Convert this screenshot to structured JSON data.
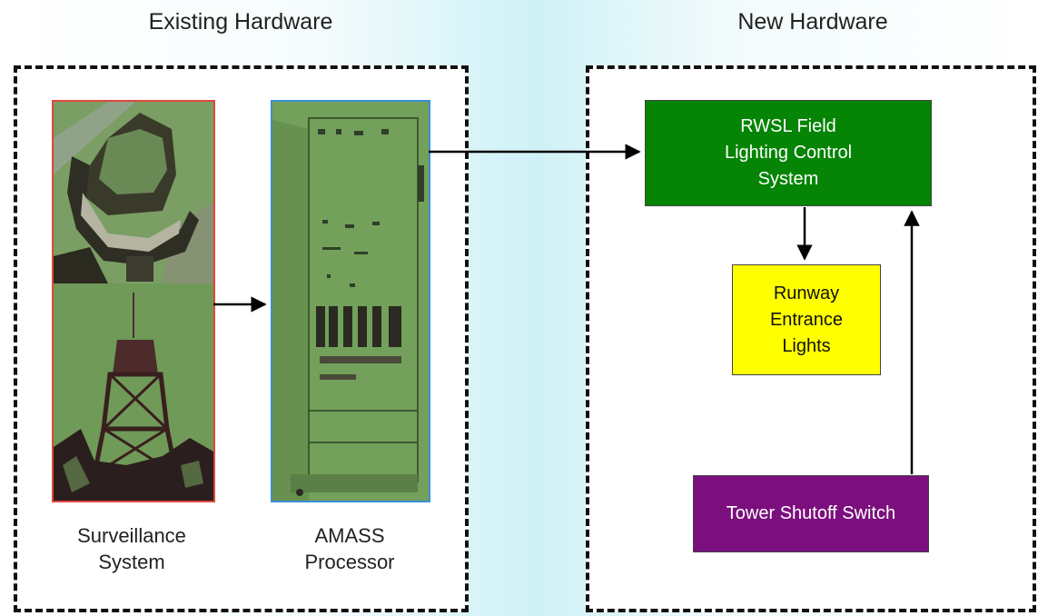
{
  "headings": {
    "existing": "Existing Hardware",
    "new": "New Hardware"
  },
  "existing_hardware": {
    "surveillance_caption": "Surveillance\nSystem",
    "amass_caption": "AMASS\nProcessor"
  },
  "new_hardware": {
    "rwsl_box": "RWSL Field\nLighting Control\nSystem",
    "runway_box": "Runway\nEntrance\nLights",
    "shutoff_box": "Tower Shutoff Switch"
  },
  "colors": {
    "rwsl": "#058405",
    "runway": "#ffff00",
    "shutoff": "#7b0f7e",
    "surveillance_border": "#e0483a",
    "amass_border": "#3a8fd6"
  }
}
